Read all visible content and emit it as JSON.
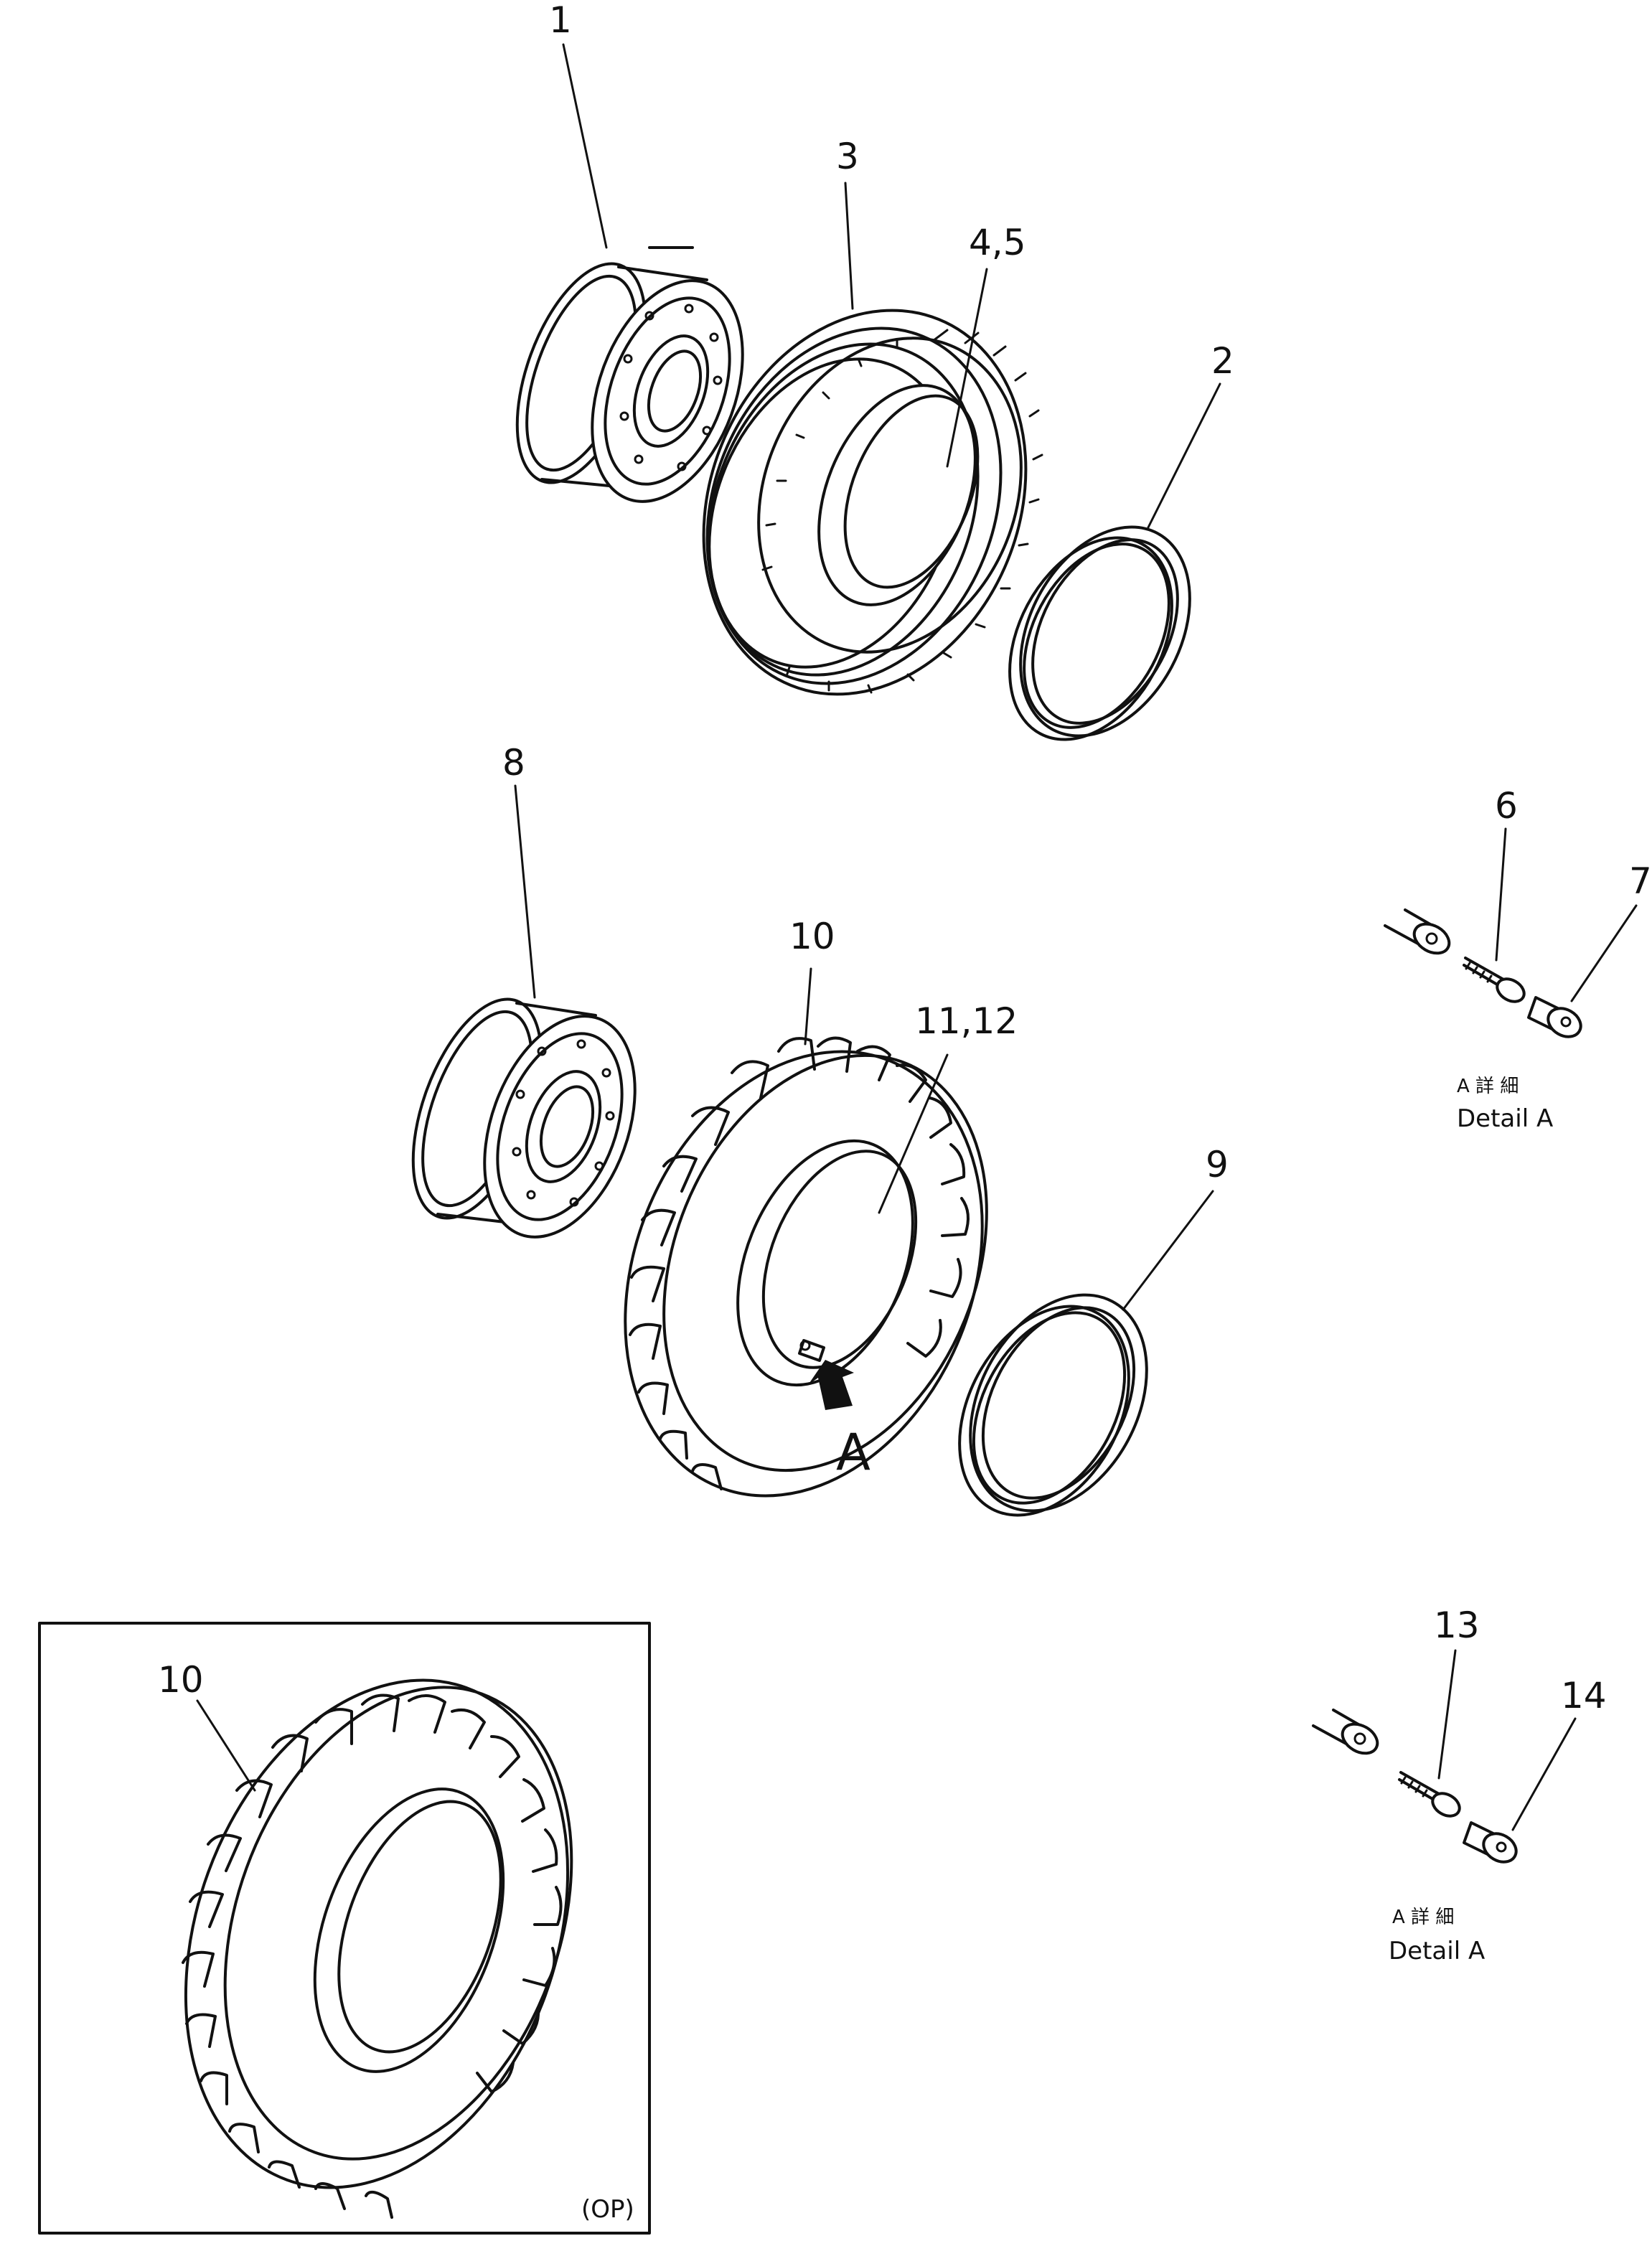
{
  "callouts": {
    "p1": "1",
    "p2": "2",
    "p3": "3",
    "p45": "4,5",
    "p6": "6",
    "p7": "7",
    "p8": "8",
    "p9": "9",
    "p10": "10",
    "p1112": "11,12",
    "p13": "13",
    "p14": "14",
    "p10_inset": "10"
  },
  "view_marker": "A",
  "detail_upper": {
    "jp": "A 詳 細",
    "en": "Detail A"
  },
  "detail_lower": {
    "jp": "A 詳 細",
    "en": "Detail A"
  },
  "inset_note": "(OP)"
}
